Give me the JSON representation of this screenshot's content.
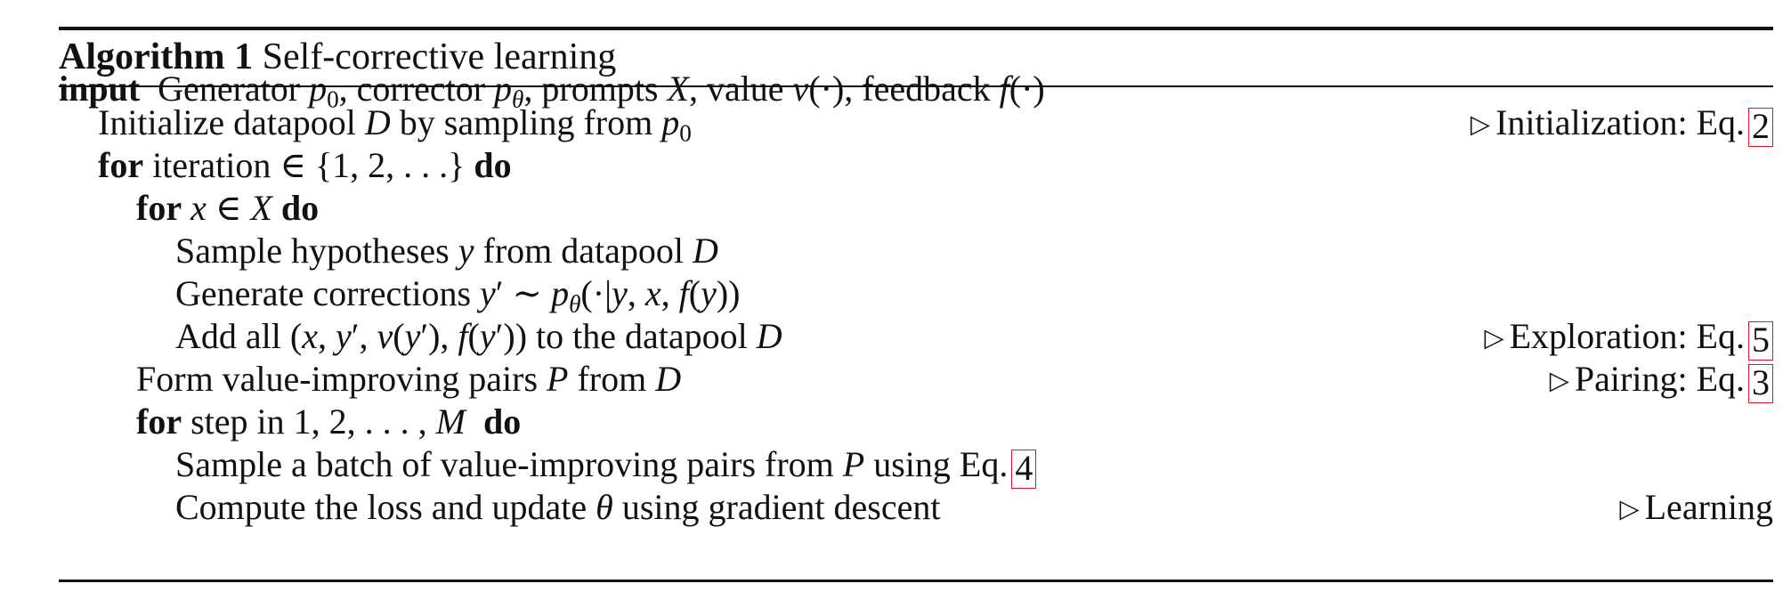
{
  "algorithm": {
    "label": "Algorithm 1",
    "title": "Self-corrective learning"
  },
  "lines": {
    "input": {
      "keyword": "input",
      "generator_label": "Generator",
      "corrector_label": "corrector",
      "prompts_label": "prompts",
      "value_label": "value",
      "feedback_label": "feedback"
    },
    "init": {
      "text": "Initialize datapool",
      "text2": "by sampling from",
      "comment": "Initialization: Eq.",
      "ref": "2"
    },
    "for_iter": {
      "keyword": "for",
      "text": "iteration",
      "keyword_do": "do"
    },
    "for_x": {
      "keyword": "for",
      "keyword_do": "do"
    },
    "sample_hyp": {
      "text": "Sample hypotheses",
      "text2": "from datapool"
    },
    "gen_corr": {
      "text": "Generate corrections"
    },
    "add_all": {
      "text": "Add all",
      "text2": "to the datapool",
      "comment": "Exploration: Eq.",
      "ref": "5"
    },
    "form_pairs": {
      "text": "Form value-improving pairs",
      "text2": "from",
      "comment": "Pairing: Eq.",
      "ref": "3"
    },
    "for_step": {
      "keyword": "for",
      "text": "step in",
      "keyword_do": "do"
    },
    "sample_batch": {
      "text": "Sample a batch of value-improving pairs from",
      "text2": "using Eq.",
      "ref": "4"
    },
    "compute_loss": {
      "text": "Compute the loss and update",
      "text2": "using gradient descent",
      "comment": "Learning"
    }
  },
  "colors": {
    "reference_box": "#e8112d",
    "text": "#111111"
  },
  "icons": {
    "comment_marker": "triangle-right-icon"
  }
}
